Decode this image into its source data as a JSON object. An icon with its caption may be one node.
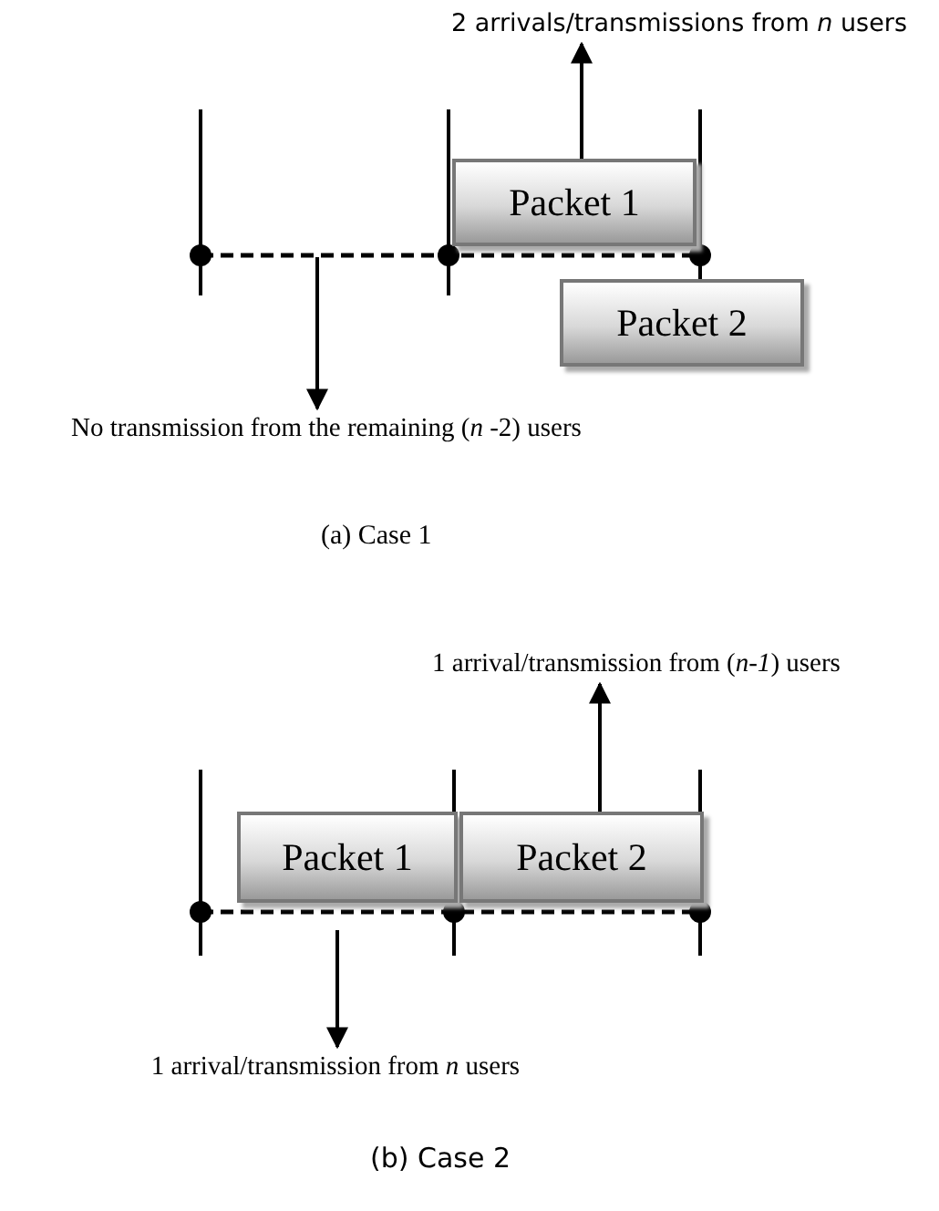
{
  "diagram": {
    "nodes": [
      {
        "text": [
          "2 arrivals/transmissions from *n* users"
        ]
      },
      {
        "text": [
          "Packet 1"
        ]
      },
      {
        "text": [
          "Packet 2"
        ]
      },
      {
        "text": [
          "No transmission from the remaining (*n* -2) users"
        ]
      },
      {
        "text": [
          "1 arrival/transmission from (*n-1*) users"
        ]
      },
      {
        "text": [
          "Packet 1"
        ]
      },
      {
        "text": [
          "Packet 2"
        ]
      },
      {
        "text": [
          "1 arrival/transmission from *n* users"
        ]
      }
    ],
    "edges": [
      {
        "from": 1,
        "to": 0,
        "arrow": "to"
      },
      {
        "from": null,
        "to": 3,
        "arrow": "to"
      },
      {
        "from": 6,
        "to": 4,
        "arrow": "to"
      },
      {
        "from": null,
        "to": 7,
        "arrow": "to"
      }
    ],
    "labels": [
      "(a) Case 1",
      "(b) Case 2"
    ]
  }
}
